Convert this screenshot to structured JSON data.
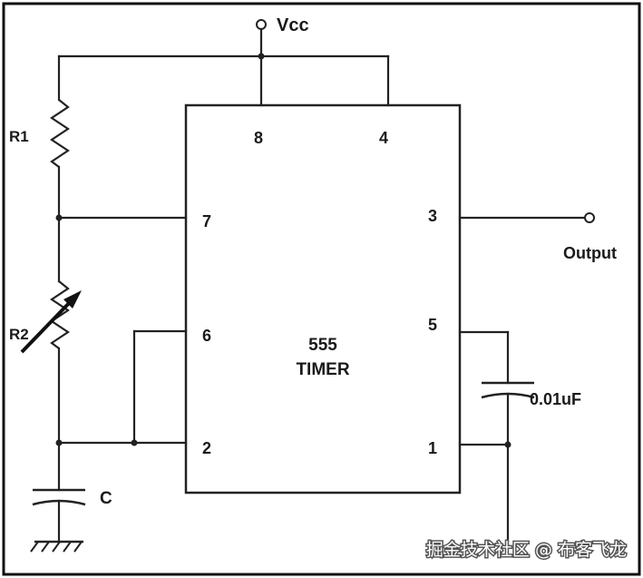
{
  "supply": {
    "label": "Vcc"
  },
  "chip": {
    "name_line1": "555",
    "name_line2": "TIMER"
  },
  "pins": {
    "p8": "8",
    "p4": "4",
    "p7": "7",
    "p3": "3",
    "p6": "6",
    "p5": "5",
    "p2": "2",
    "p1": "1"
  },
  "components": {
    "r1": "R1",
    "r2": "R2",
    "c": "C",
    "cap_value": "0.01uF"
  },
  "output": {
    "label": "Output"
  },
  "watermark": {
    "text": "掘金技术社区 @ 布客飞龙"
  }
}
